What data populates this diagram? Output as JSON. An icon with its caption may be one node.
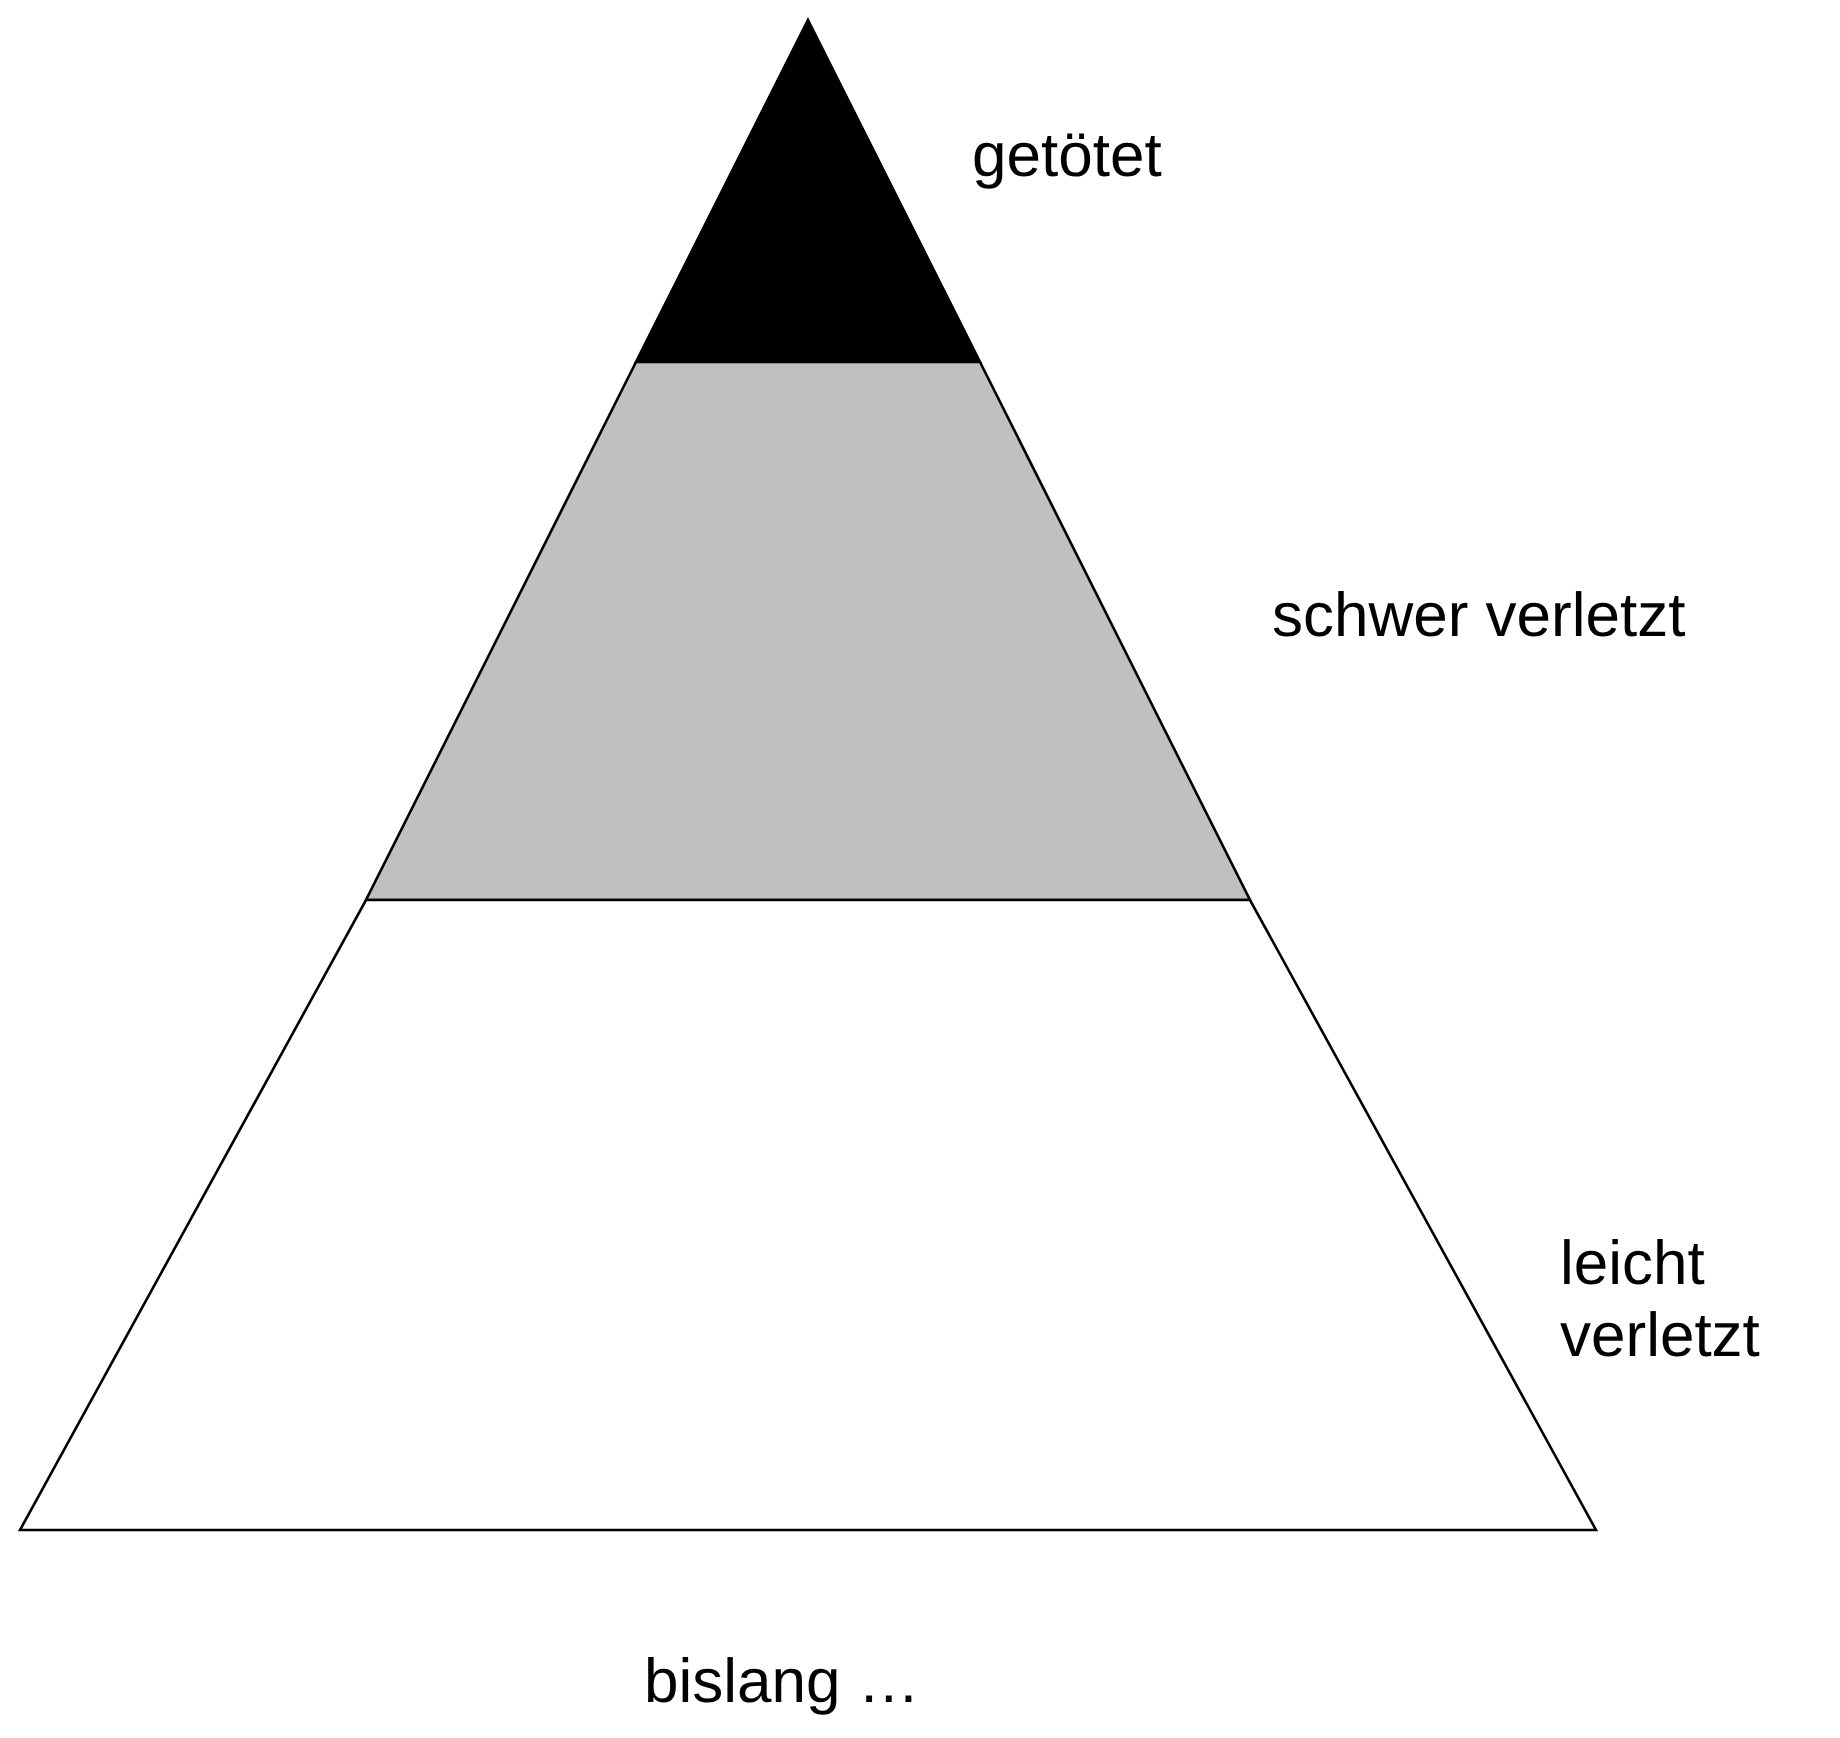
{
  "diagram": {
    "nodes": [
      {
        "text": [
          "getötet"
        ]
      },
      {
        "text": [
          "schwer verletzt"
        ]
      },
      {
        "text": [
          "leicht verletzt"
        ]
      }
    ],
    "labels": [
      "bislang …"
    ]
  }
}
